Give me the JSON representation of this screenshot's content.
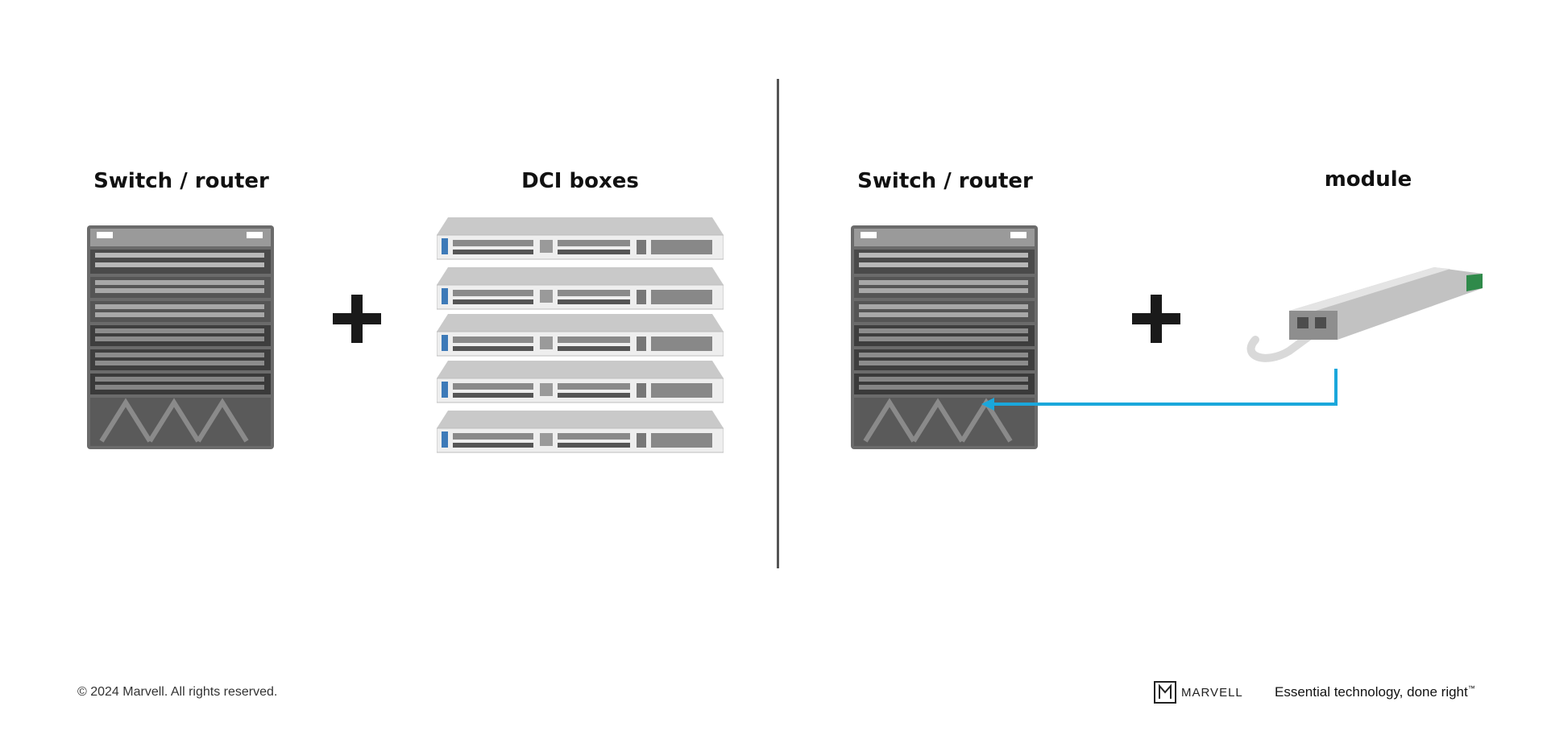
{
  "labels": {
    "left_switch": "Switch / router",
    "dci": "DCI boxes",
    "right_switch": "Switch / router",
    "module": "module"
  },
  "footer": {
    "copyright": "© 2024 Marvell. All rights reserved.",
    "logo_text": "MARVELL",
    "tagline": "Essential technology, done right",
    "trademark": "™"
  },
  "colors": {
    "connector": "#1aa7db",
    "divider": "#555555",
    "plus": "#1a1a1a"
  },
  "icons": [
    "switch-chassis-icon",
    "dci-box-icon",
    "optical-module-icon",
    "plus-icon",
    "marvell-logo-icon"
  ]
}
